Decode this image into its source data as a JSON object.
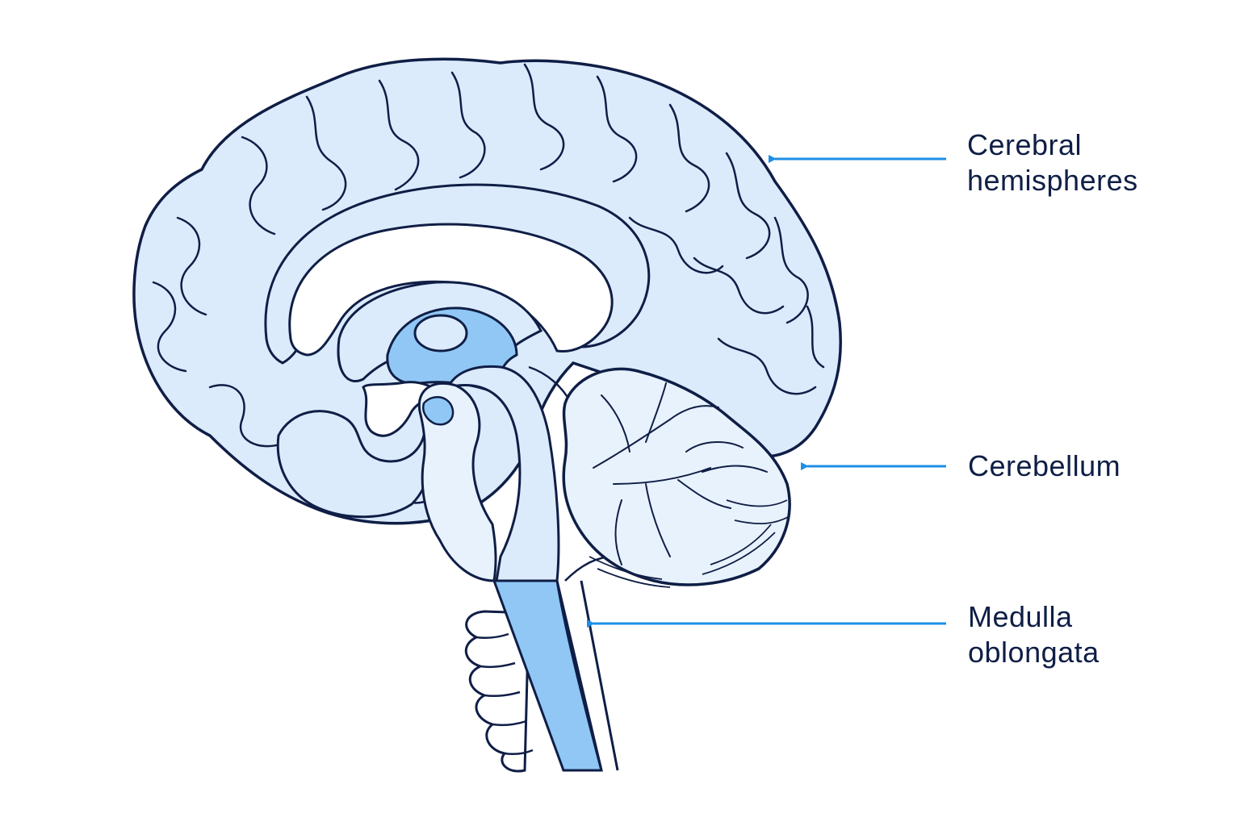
{
  "diagram": {
    "subject": "brain-sagittal-section",
    "colors": {
      "outline": "#0f1e46",
      "tissue_fill": "#dcebfb",
      "tissue_light": "#e8f2fd",
      "ventricle_fill": "#90c7f5",
      "arrow": "#1e8fe6",
      "label_text": "#0f1e46",
      "background": "#ffffff"
    },
    "labels": [
      {
        "id": "cerebral",
        "lines": [
          "Cerebral",
          "hemispheres"
        ]
      },
      {
        "id": "cerebellum",
        "lines": [
          "Cerebellum"
        ]
      },
      {
        "id": "medulla",
        "lines": [
          "Medulla",
          "oblongata"
        ]
      }
    ]
  }
}
